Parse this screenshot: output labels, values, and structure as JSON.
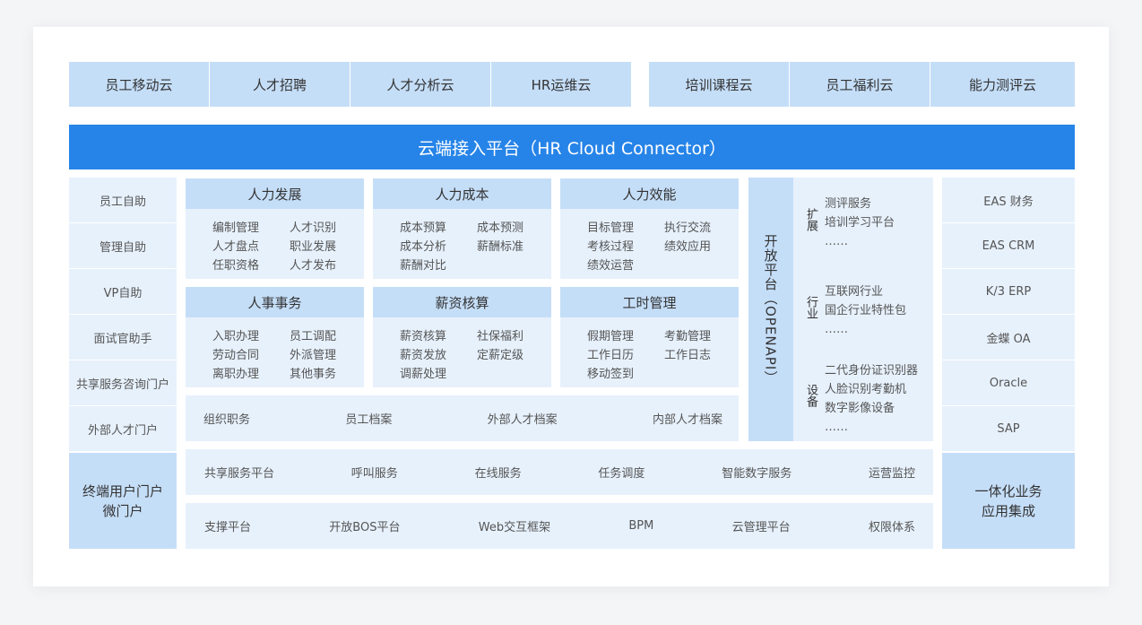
{
  "top_clouds": [
    "员工移动云",
    "人才招聘",
    "人才分析云",
    "HR运维云",
    "培训课程云",
    "员工福利云",
    "能力测评云"
  ],
  "banner": "云端接入平台（HR Cloud Connector）",
  "left_column": {
    "items": [
      "员工自助",
      "管理自助",
      "VP自助",
      "面试官助手",
      "共享服务咨询门户",
      "外部人才门户"
    ],
    "bottom": [
      "终端用户门户",
      "微门户"
    ]
  },
  "modules": [
    {
      "title": "人力发展",
      "items": [
        "编制管理",
        "人才识别",
        "人才盘点",
        "职业发展",
        "任职资格",
        "人才发布"
      ]
    },
    {
      "title": "人力成本",
      "items": [
        "成本预算",
        "成本预测",
        "成本分析",
        "薪酬标准",
        "薪酬对比"
      ]
    },
    {
      "title": "人力效能",
      "items": [
        "目标管理",
        "执行交流",
        "考核过程",
        "绩效应用",
        "绩效运营"
      ]
    },
    {
      "title": "人事事务",
      "items": [
        "入职办理",
        "员工调配",
        "劳动合同",
        "外派管理",
        "离职办理",
        "其他事务"
      ]
    },
    {
      "title": "薪资核算",
      "items": [
        "薪资核算",
        "社保福利",
        "薪资发放",
        "定薪定级",
        "调薪处理"
      ]
    },
    {
      "title": "工时管理",
      "items": [
        "假期管理",
        "考勤管理",
        "工作日历",
        "工作日志",
        "移动签到"
      ]
    }
  ],
  "archive_row": [
    "组织职务",
    "员工档案",
    "外部人才档案",
    "内部人才档案"
  ],
  "service_row": [
    "共享服务平台",
    "呼叫服务",
    "在线服务",
    "任务调度",
    "智能数字服务",
    "运营监控"
  ],
  "support_row": [
    "支撑平台",
    "开放BOS平台",
    "Web交互框架",
    "BPM",
    "云管理平台",
    "权限体系"
  ],
  "open_platform": {
    "title": "开放平台（OPENAPI）",
    "groups": [
      {
        "label": "扩展",
        "items": [
          "测评服务",
          "培训学习平台",
          "……"
        ]
      },
      {
        "label": "行业",
        "items": [
          "互联网行业",
          "国企行业特性包",
          "……"
        ]
      },
      {
        "label": "设备",
        "items": [
          "二代身份证识别器",
          "人脸识别考勤机",
          "数字影像设备",
          "……"
        ]
      }
    ]
  },
  "right_column": {
    "items": [
      "EAS 财务",
      "EAS CRM",
      "K/3 ERP",
      "金蝶 OA",
      "Oracle",
      "SAP"
    ],
    "bottom": [
      "一体化业务",
      "应用集成"
    ]
  },
  "colors": {
    "banner": "#2684e8",
    "header": "#c5def8",
    "cell": "#e7f1fc"
  }
}
